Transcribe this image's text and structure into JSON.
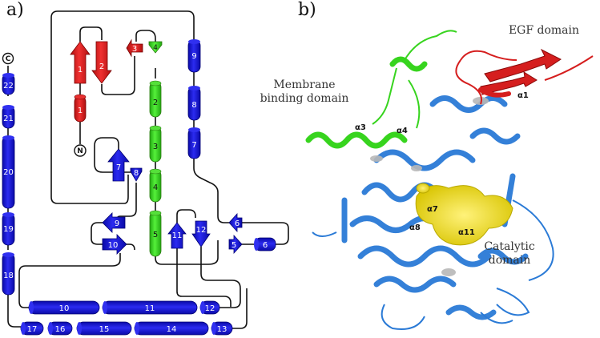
{
  "panel_labels": {
    "a": "a)",
    "b": "b)"
  },
  "colors": {
    "egf": "#d51e1e",
    "membrane": "#37d41e",
    "catalytic": "#1a1ad6",
    "ribbon": "#2a7ad6",
    "pocket": "#f0e020",
    "loop": "#111111"
  },
  "topology": {
    "terminals": {
      "c": "C",
      "n": "N"
    },
    "egf_elements": [
      "1",
      "2",
      "3",
      "1"
    ],
    "membrane_elements": [
      "4",
      "2",
      "3",
      "4",
      "5"
    ],
    "catalytic_helices": [
      "22",
      "21",
      "20",
      "19",
      "18",
      "9",
      "8",
      "7",
      "6",
      "10",
      "11",
      "12",
      "17",
      "16",
      "15",
      "14",
      "13"
    ],
    "catalytic_strands": [
      "7",
      "8",
      "9",
      "10",
      "11",
      "12",
      "5",
      "6"
    ]
  },
  "structure": {
    "domain_labels": {
      "egf": "EGF domain",
      "membrane": "Membrane binding domain",
      "catalytic": "Catalytic domain"
    },
    "helix_labels": {
      "a1": "α1",
      "a3": "α3",
      "a4": "α4",
      "a7": "α7",
      "a8": "α8",
      "a11": "α11"
    }
  }
}
